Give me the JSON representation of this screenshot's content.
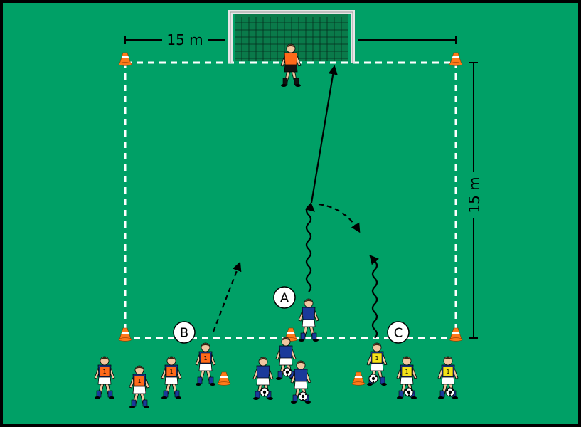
{
  "colors": {
    "grass": "#00a066",
    "border": "#000000",
    "line": "#ffffff",
    "cone": "#ff7a1a",
    "team_orange": "#ff6a1a",
    "team_blue": "#1b3a9a",
    "team_yellow": "#f4e21a",
    "goalkeeper": "#ff6a1a"
  },
  "dimensions": {
    "width_label": "15 m",
    "height_label": "15 m"
  },
  "groups": {
    "a": {
      "label": "A"
    },
    "b": {
      "label": "B"
    },
    "c": {
      "label": "C"
    }
  },
  "bib_number": "1",
  "icons": [
    "cone-icon",
    "football-icon",
    "player-icon",
    "goalkeeper-icon",
    "goal-icon"
  ]
}
